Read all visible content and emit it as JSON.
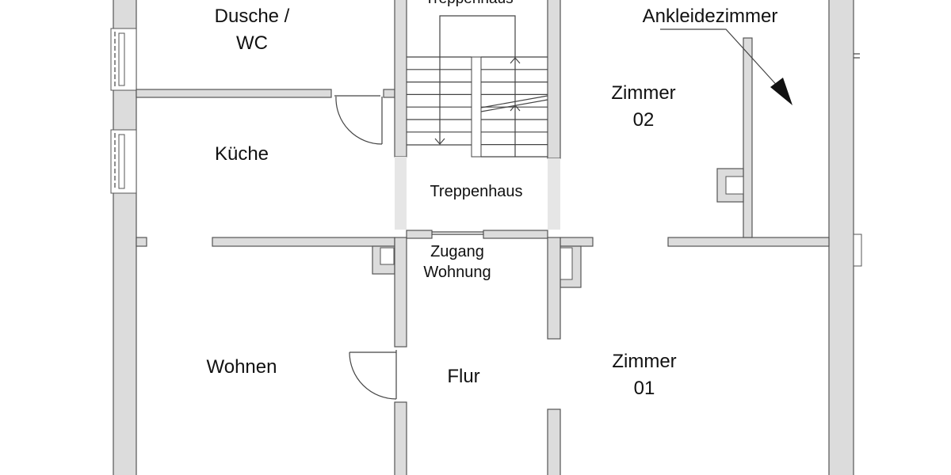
{
  "rooms": {
    "dusche": "Dusche /",
    "dusche_2": "WC",
    "kueche": "Küche",
    "treppenhaus_top": "Treppenhaus",
    "treppenhaus": "Treppenhaus",
    "zugang": "Zugang",
    "zugang_2": "Wohnung",
    "wohnen": "Wohnen",
    "flur": "Flur",
    "zimmer02": "Zimmer",
    "zimmer02_num": "02",
    "zimmer01": "Zimmer",
    "zimmer01_num": "01",
    "ankleide": "Ankleidezimmer"
  },
  "colors": {
    "wall": "#dcdcdc",
    "outline": "#555555"
  }
}
